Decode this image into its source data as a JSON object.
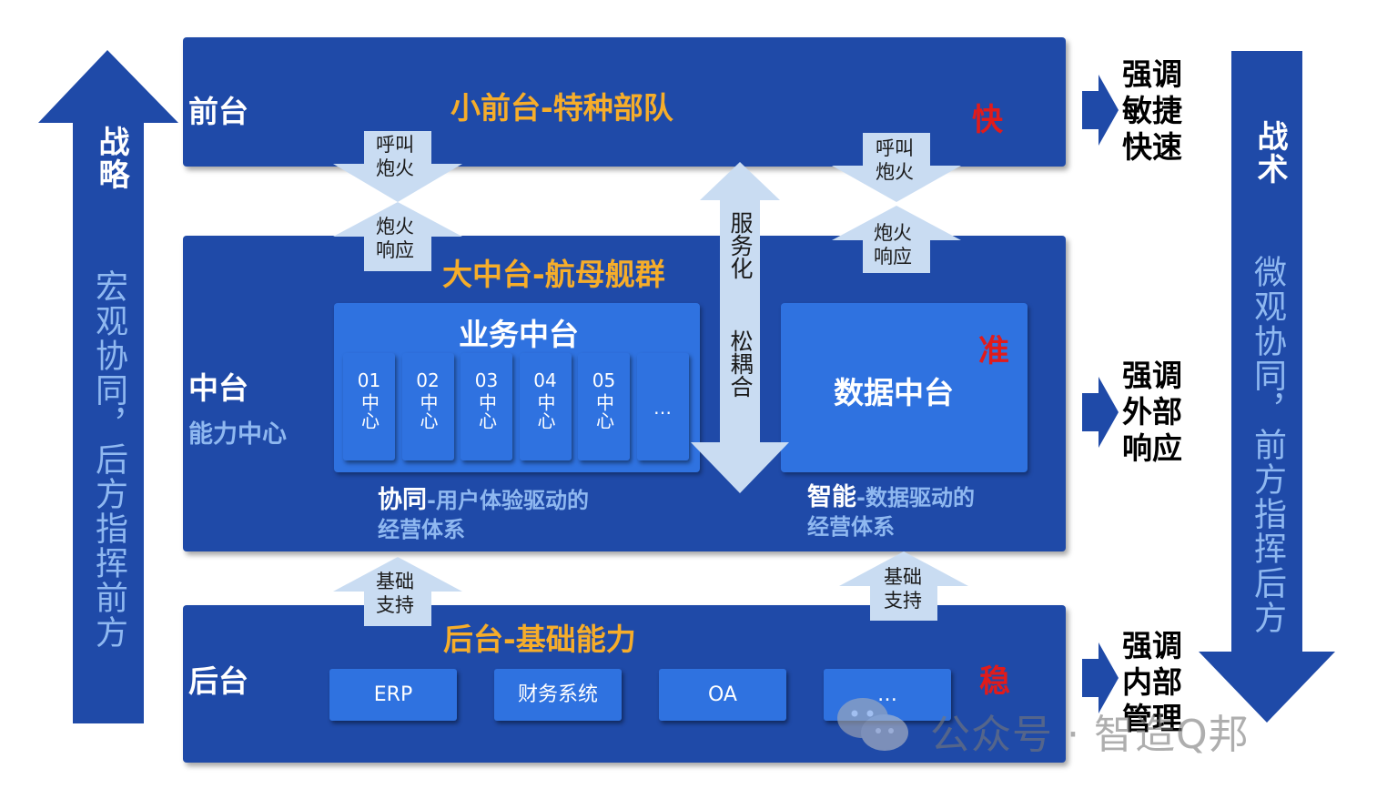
{
  "left_arrow": {
    "title": "战略",
    "body": "宏观协同，后方指挥前方"
  },
  "right_arrow": {
    "title": "战术",
    "body": "微观协同，前方指挥后方"
  },
  "front": {
    "label": "前台",
    "title": "小前台-特种部队",
    "tag": "快"
  },
  "middle": {
    "label": "中台",
    "sublabel": "能力中心",
    "title": "大中台-航母舰群",
    "business": {
      "title": "业务中台",
      "centers": [
        {
          "num": "01",
          "name": "中心"
        },
        {
          "num": "02",
          "name": "中心"
        },
        {
          "num": "03",
          "name": "中心"
        },
        {
          "num": "04",
          "name": "中心"
        },
        {
          "num": "05",
          "name": "中心"
        },
        {
          "num": "…",
          "name": ""
        }
      ]
    },
    "data_center": {
      "title": "数据中台",
      "tag": "准"
    },
    "collab": {
      "strong": "协同",
      "rest": "-用户体验驱动的",
      "line2": "经营体系"
    },
    "smart": {
      "strong": "智能",
      "rest": "-数据驱动的",
      "line2": "经营体系"
    }
  },
  "back": {
    "label": "后台",
    "title": "后台-基础能力",
    "tag": "稳",
    "systems": [
      "ERP",
      "财务系统",
      "OA",
      "…"
    ]
  },
  "connectors": {
    "call_fire": "呼叫炮火",
    "fire_response": "炮火响应",
    "basic_support": "基础支持",
    "service": "服务化",
    "loose": "松耦合"
  },
  "emphasis": {
    "top": "强调敏捷快速",
    "middle": "强调外部响应",
    "bottom": "强调内部管理"
  },
  "watermark": "公众号 · 智造Q邦",
  "colors": {
    "block": "#1f4aa8",
    "card": "#2f72e0",
    "arrow": "#1f4aa8",
    "light_arrow": "#c9dcf2",
    "orange": "#f6ad2a",
    "red": "#e11b1b"
  }
}
